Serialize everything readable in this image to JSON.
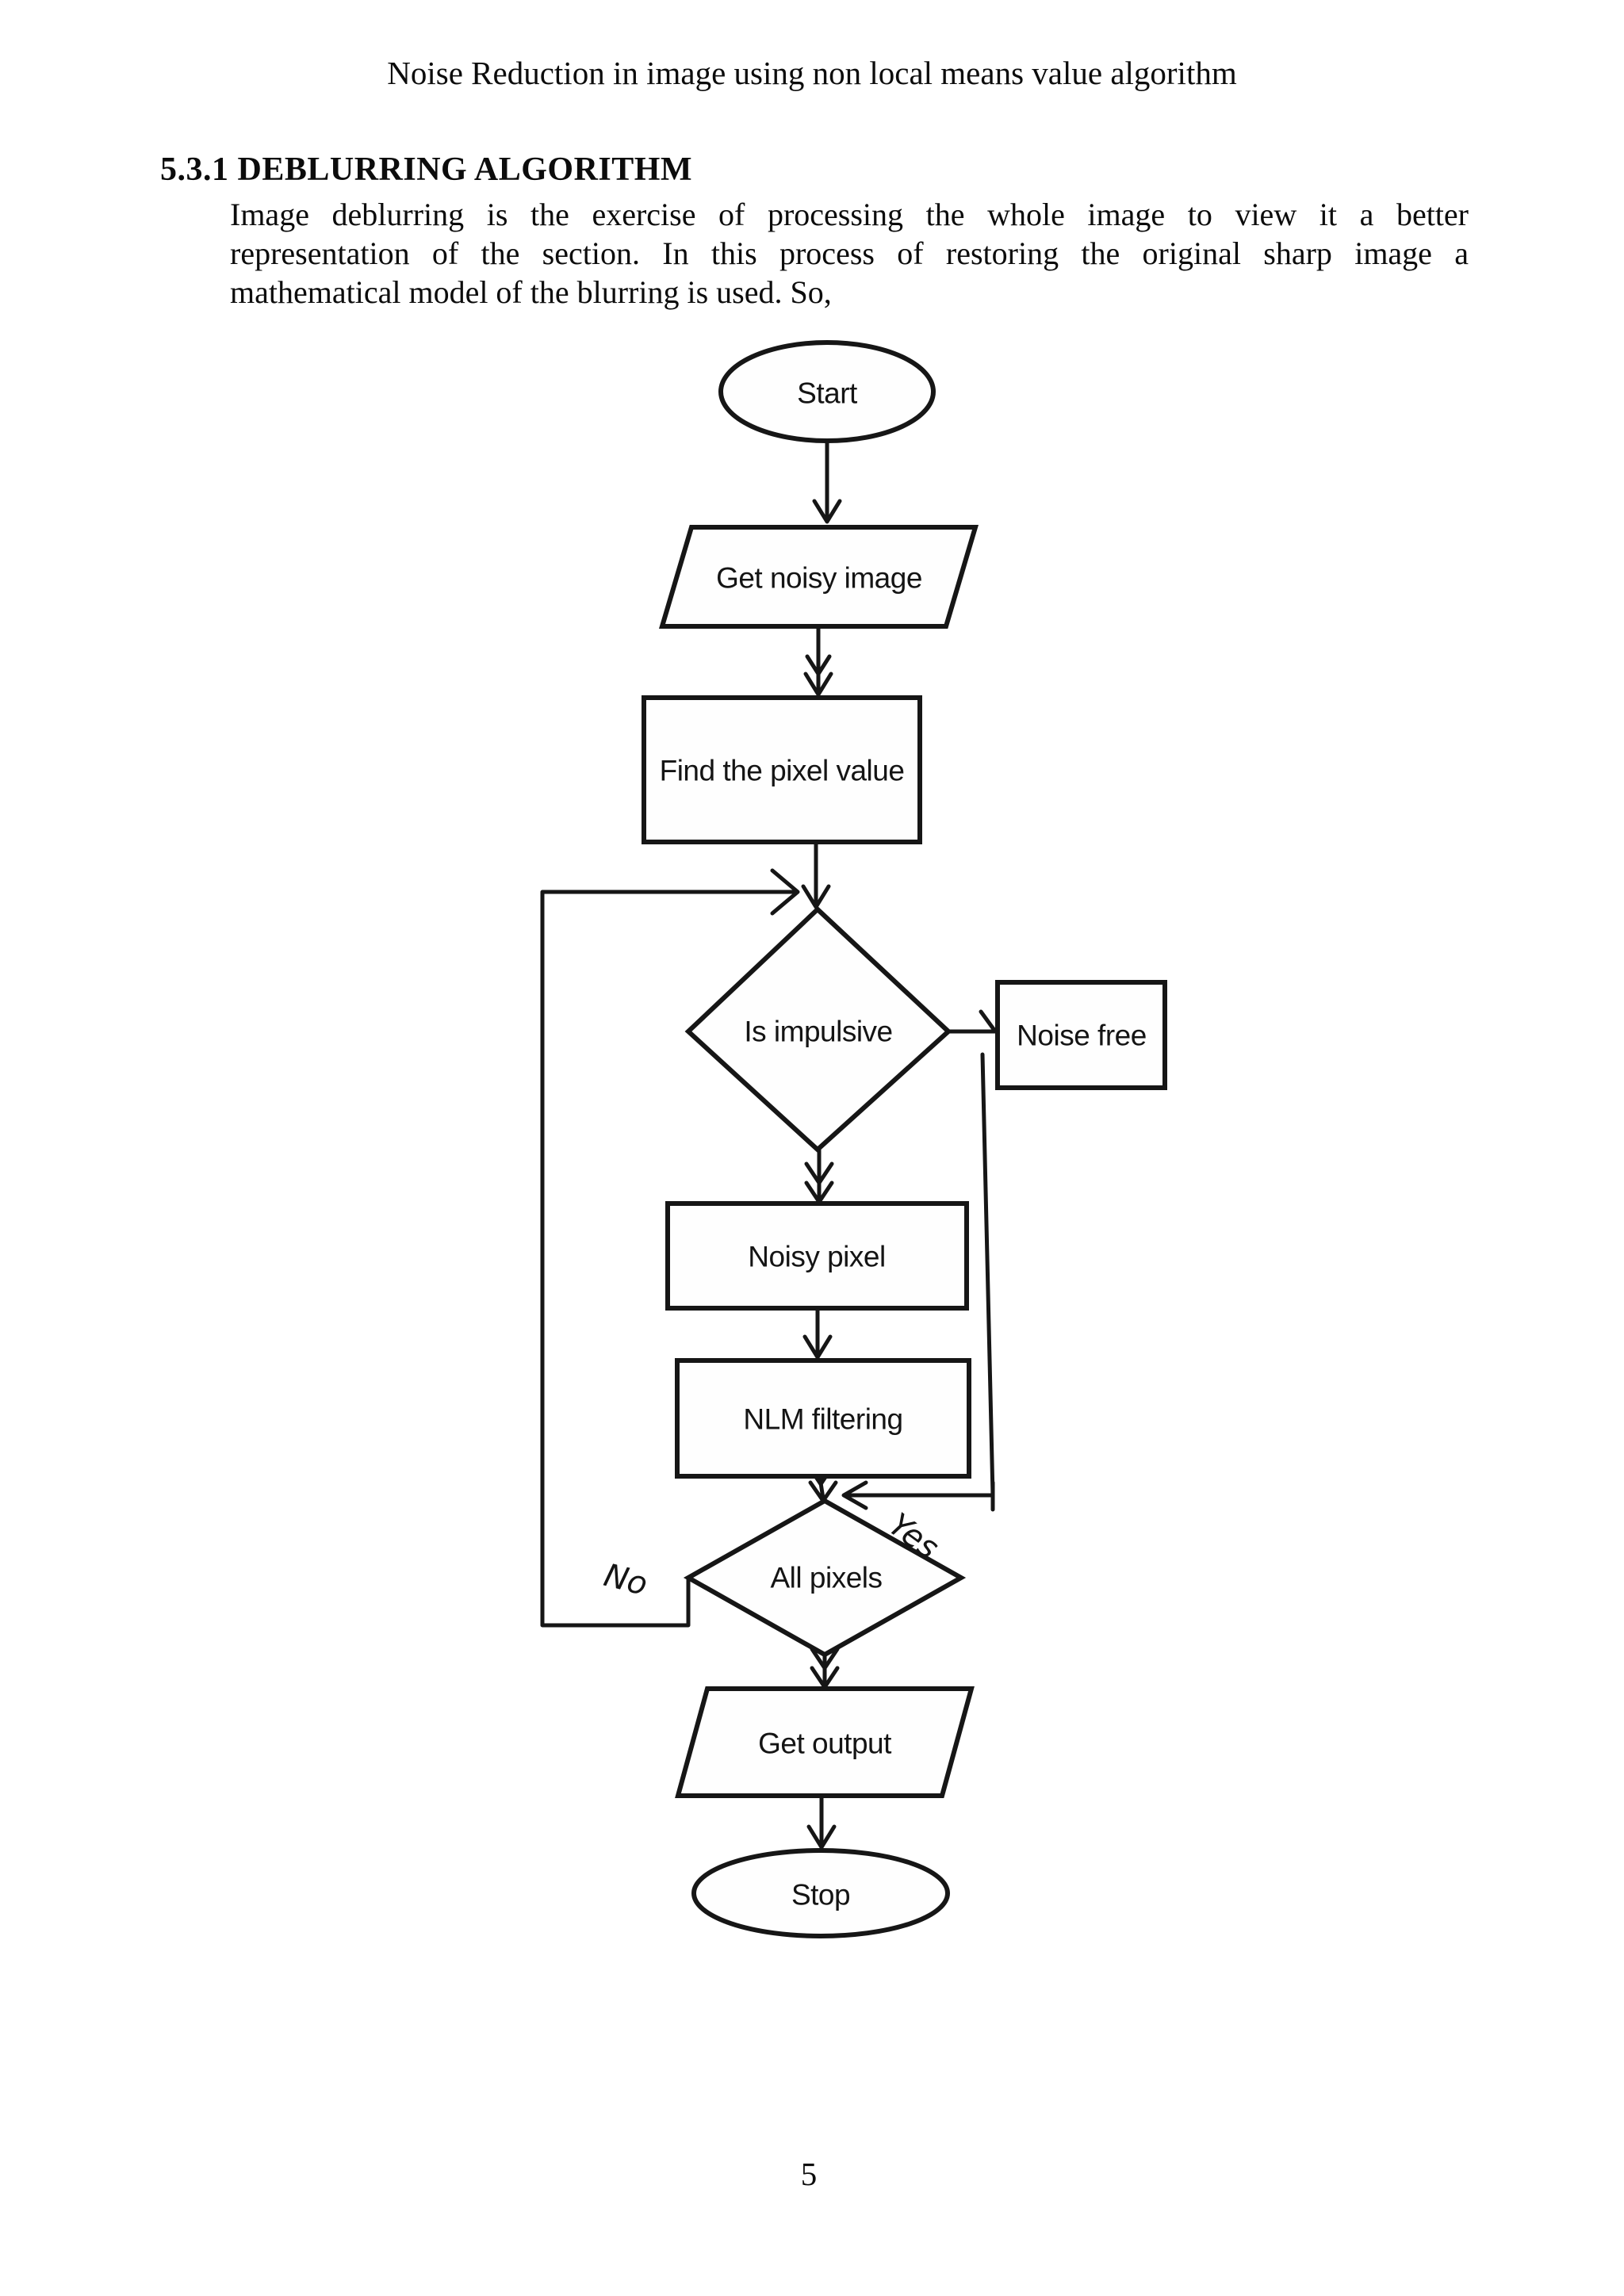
{
  "header": {
    "title": "Noise Reduction in image using non local means value algorithm"
  },
  "section": {
    "heading": "5.3.1 DEBLURRING ALGORITHM"
  },
  "paragraph": {
    "lines": [
      "Image deblurring is the exercise of processing the whole image to view it a better",
      "representation of the section. In this process of restoring the original sharp image a",
      "mathematical model of the blurring is used. So,"
    ]
  },
  "flowchart": {
    "start": "Start",
    "get_noisy_image": "Get noisy image",
    "find_pixel_value": "Find the pixel value",
    "is_impulsive": "Is impulsive",
    "noise_free": "Noise free",
    "noisy_pixel": "Noisy pixel",
    "nlm_filtering": "NLM filtering",
    "all_pixels": "All pixels",
    "get_output": "Get output",
    "stop": "Stop",
    "yes_label": "Yes",
    "no_label": "No"
  },
  "footer": {
    "page_number": "5"
  },
  "colors": {
    "ink": "#161616",
    "background": "#ffffff"
  }
}
